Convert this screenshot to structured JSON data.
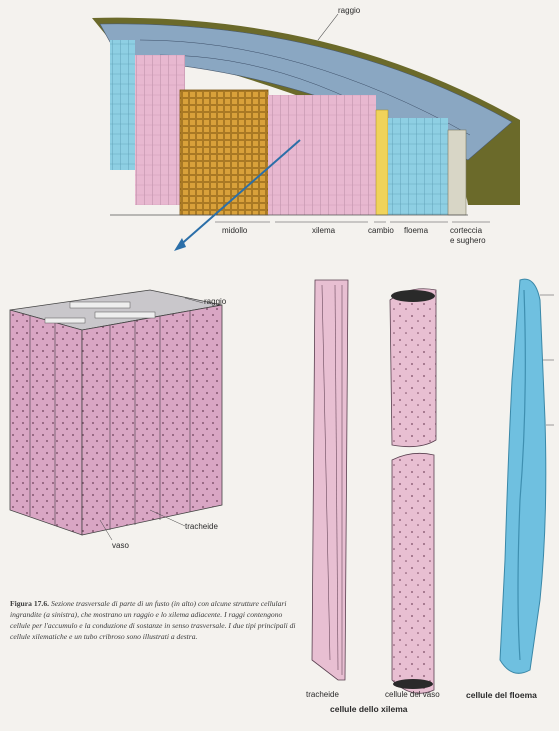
{
  "top_diagram": {
    "labels": {
      "raggio": "raggio",
      "midollo": "midollo",
      "xilema": "xilema",
      "cambio": "cambio",
      "floema": "floema",
      "corteccia": "corteccia",
      "sughero": "e sughero"
    }
  },
  "block_diagram": {
    "labels": {
      "raggio": "raggio",
      "tracheide": "tracheide",
      "vaso": "vaso"
    }
  },
  "cells": {
    "tracheide_label": "tracheide",
    "vaso_label": "cellule del vaso",
    "xilema_group": "cellule dello xilema",
    "floema_group": "cellule del floema"
  },
  "caption": {
    "figure": "Figura 17.6.",
    "text": "Sezione trasversale di parte di un fusto (in alto) con alcune strutture cellulari ingrandite (a sinistra), che mostrano un raggio e lo xilema adiacente. I raggi contengono cellule per l'accumulo e la conduzione di sostanze in senso trasversale. I due tipi principali di cellule xilematiche e un tubo cribroso sono illustrati a destra."
  },
  "colors": {
    "bark": "#6b6a2a",
    "phloem": "#8ecfe3",
    "xylem": "#e8b8d0",
    "pith": "#d9a13a",
    "block": "#d9a6c4",
    "sieve": "#6fc0e0"
  }
}
